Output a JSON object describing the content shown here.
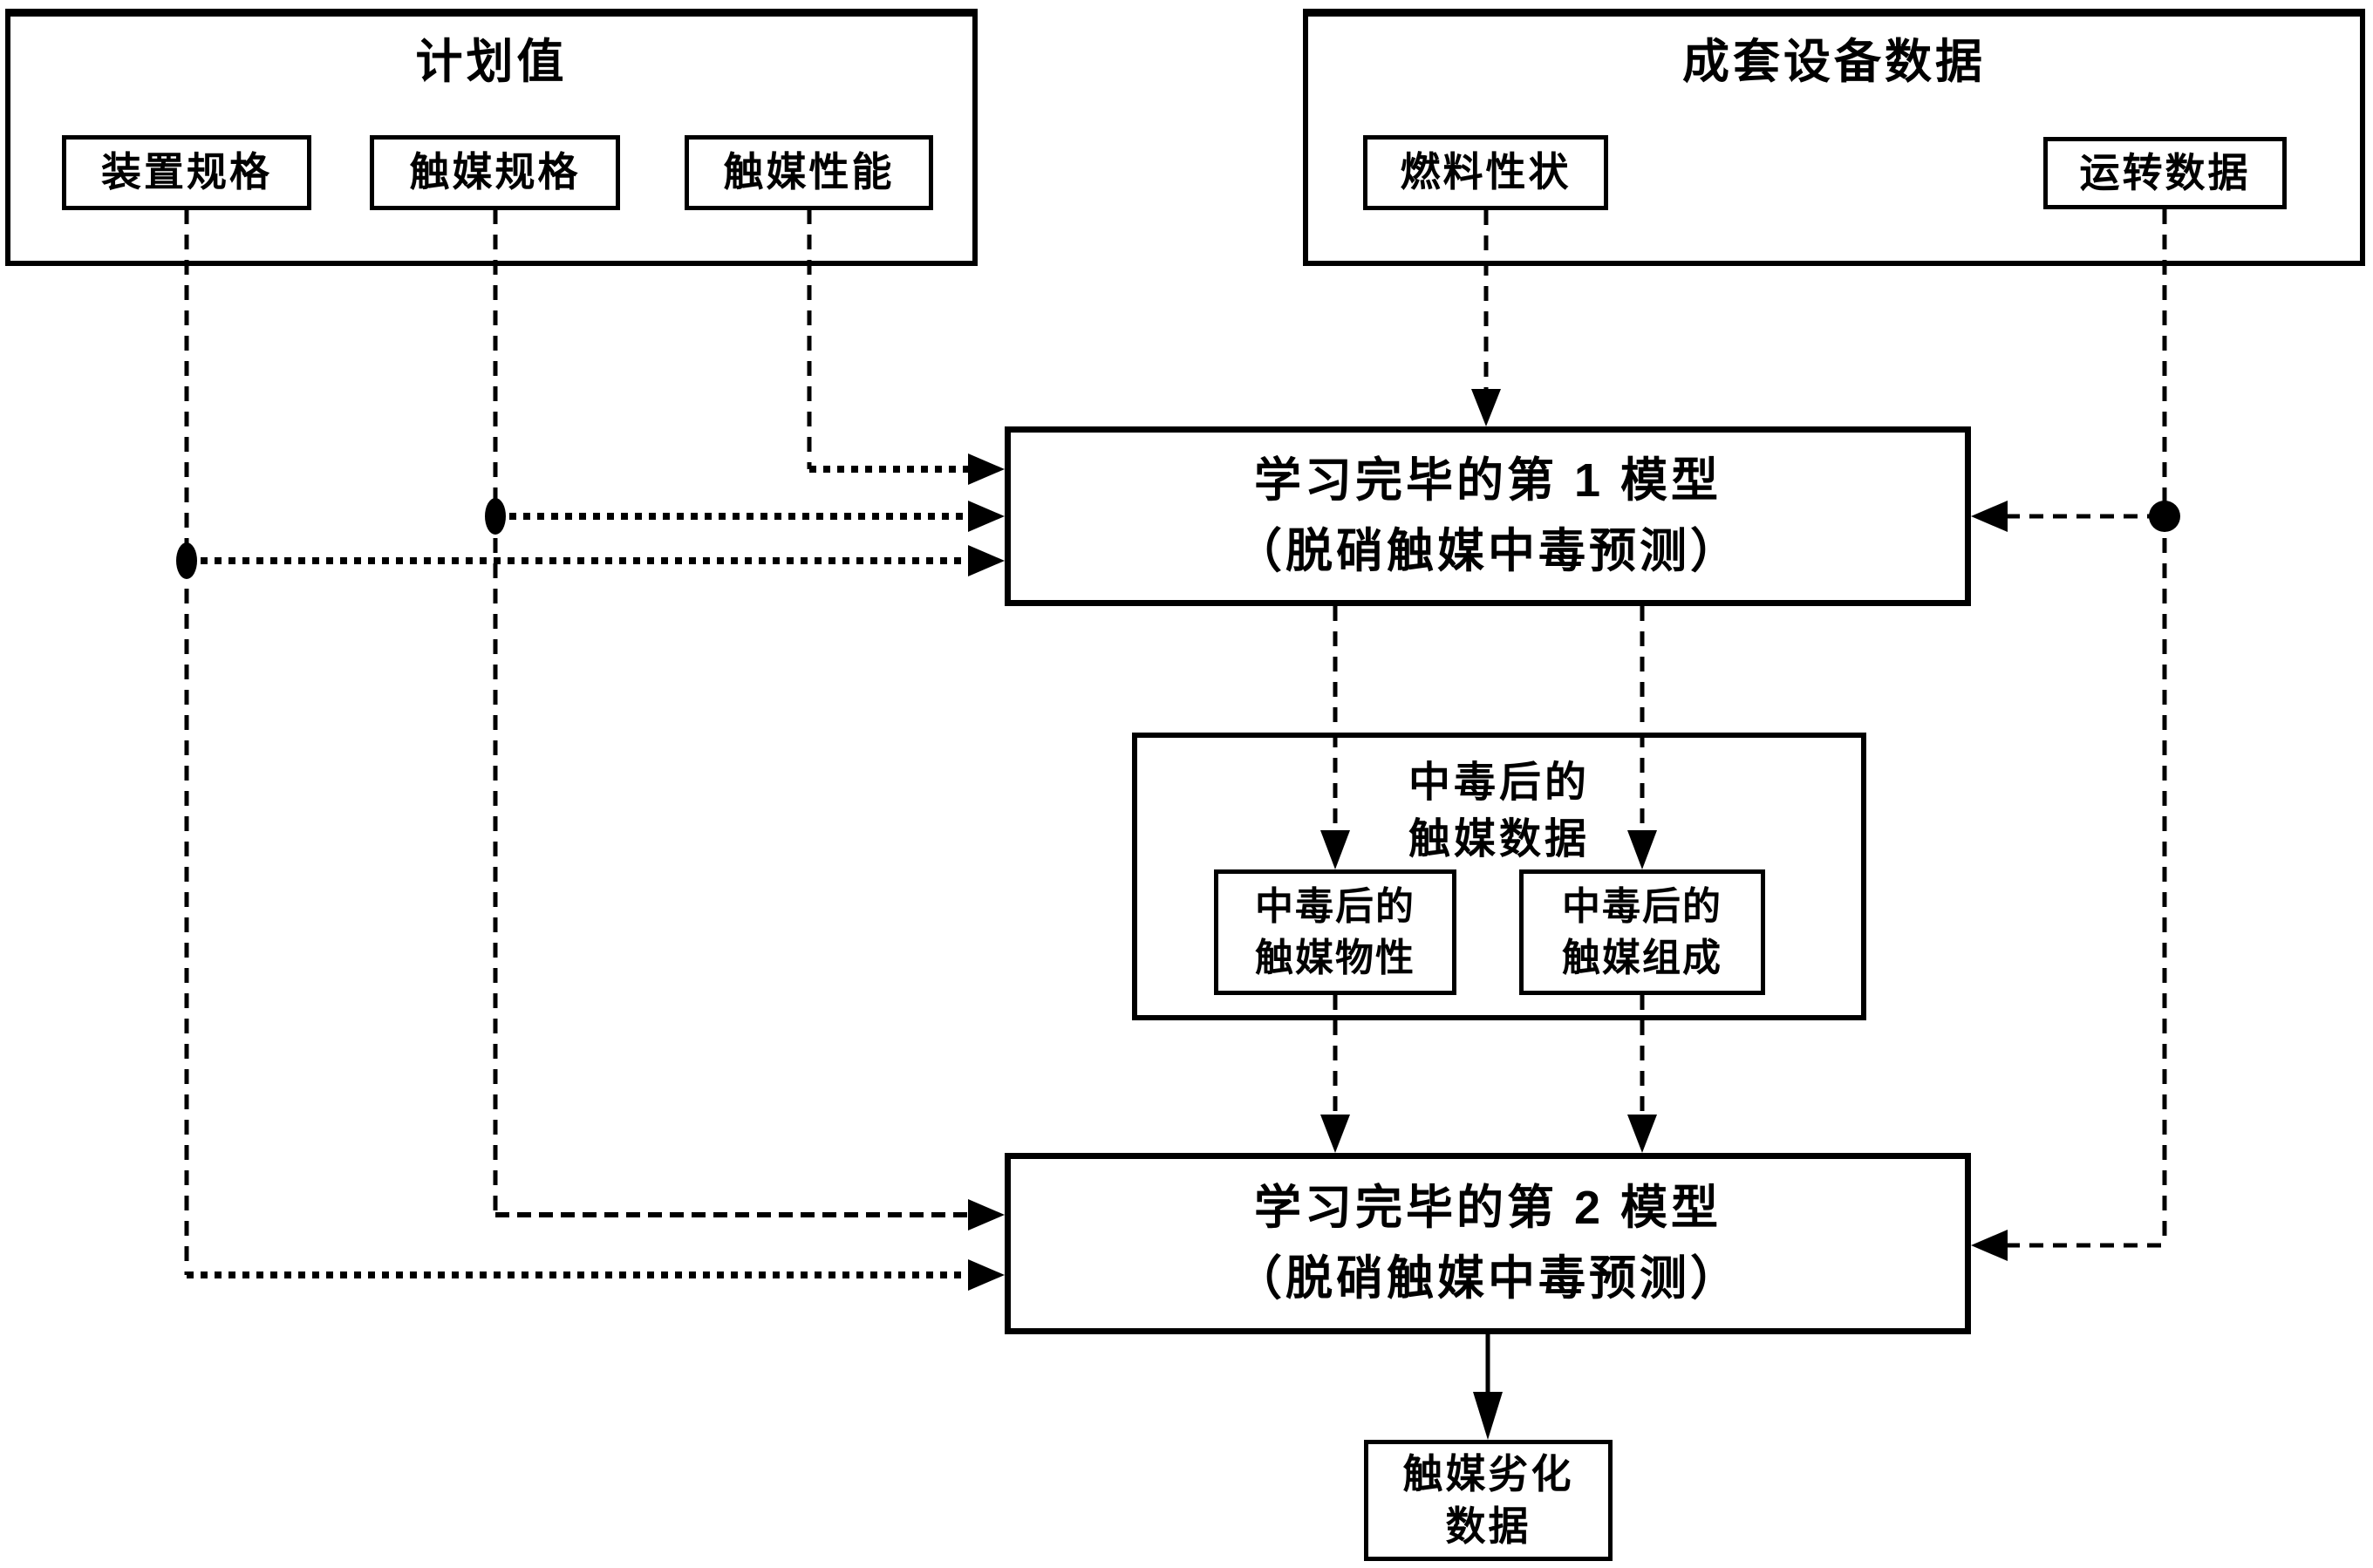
{
  "diagram": {
    "plan_group": {
      "title": "计划值",
      "items": [
        {
          "label": "装置规格"
        },
        {
          "label": "触媒规格"
        },
        {
          "label": "触媒性能"
        }
      ]
    },
    "plant_group": {
      "title": "成套设备数据",
      "items": [
        {
          "label": "燃料性状"
        },
        {
          "label": "运转数据"
        }
      ]
    },
    "model1": {
      "label": "学习完毕的第 1 模型\n（脱硝触媒中毒预测）"
    },
    "poisoned_group": {
      "title": "中毒后的\n触媒数据",
      "items": [
        {
          "label": "中毒后的\n触媒物性"
        },
        {
          "label": "中毒后的\n触媒组成"
        }
      ]
    },
    "model2": {
      "label": "学习完毕的第 2 模型\n（脱硝触媒中毒预测）"
    },
    "output_box": {
      "label": "触媒劣化\n数据"
    }
  },
  "colors": {
    "line": "#000000",
    "background": "#ffffff"
  }
}
